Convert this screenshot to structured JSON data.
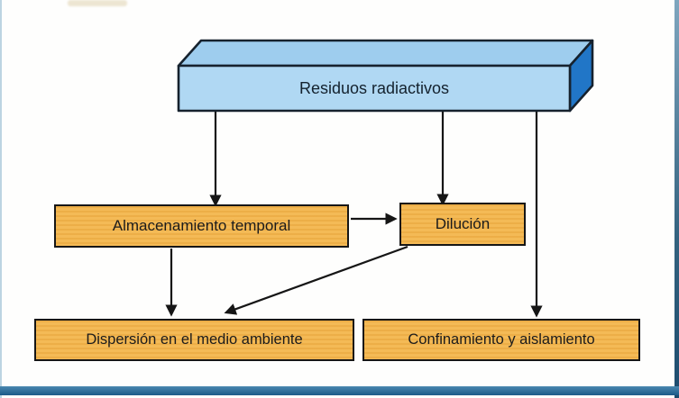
{
  "diagram": {
    "nodes": [
      {
        "id": "residuos",
        "label": "Residuos radiactivos"
      },
      {
        "id": "almacenamiento",
        "label": "Almacenamiento temporal"
      },
      {
        "id": "dilucion",
        "label": "Dilución"
      },
      {
        "id": "dispersion",
        "label": "Dispersión en el medio ambiente"
      },
      {
        "id": "confinamiento",
        "label": "Confinamiento y aislamiento"
      }
    ],
    "edges": [
      {
        "from": "Residuos radiactivos",
        "to": "Almacenamiento temporal"
      },
      {
        "from": "Residuos radiactivos",
        "to": "Dilución"
      },
      {
        "from": "Residuos radiactivos",
        "to": "Confinamiento y aislamiento"
      },
      {
        "from": "Almacenamiento temporal",
        "to": "Dilución"
      },
      {
        "from": "Almacenamiento temporal",
        "to": "Dispersión en el medio ambiente"
      },
      {
        "from": "Dilución",
        "to": "Dispersión en el medio ambiente"
      }
    ],
    "colors": {
      "node_fill": "#f3b54e",
      "node_border": "#161616",
      "box_front": "#b0d8f3",
      "box_top": "#9ecdee",
      "box_side": "#2176c7",
      "box_outline": "#16222e",
      "arrow": "#161616",
      "frame_blue": "#2b6b9b"
    }
  }
}
